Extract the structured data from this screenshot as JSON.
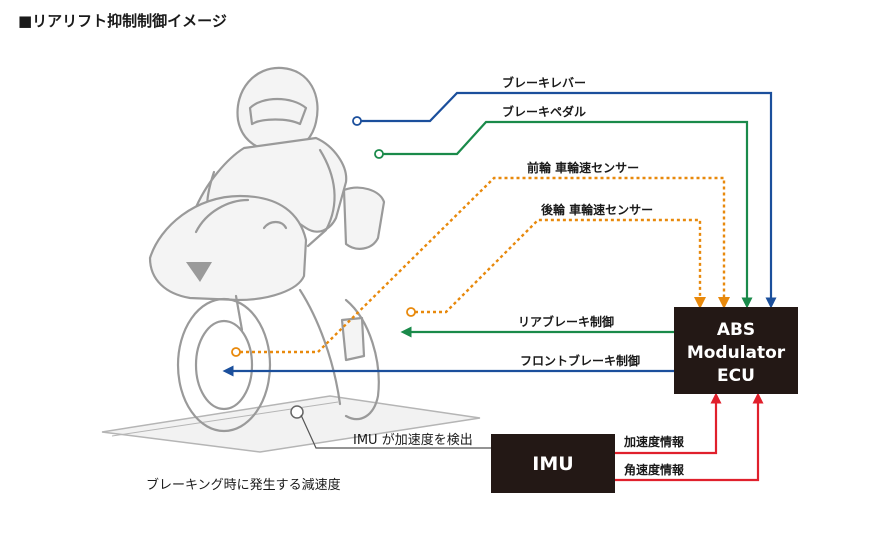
{
  "title": "■リアリフト抑制制御イメージ",
  "colors": {
    "blue": "#1b4f9c",
    "green": "#1a8a4a",
    "orange": "#e8890c",
    "red": "#e0202c",
    "box": "#231815",
    "bike": "#9a9a9a"
  },
  "inputs": {
    "brake_lever": "ブレーキレバー",
    "brake_pedal": "ブレーキペダル",
    "front_sensor": "前輪 車輪速センサー",
    "rear_sensor": "後輪 車輪速センサー"
  },
  "outputs": {
    "rear_brake": "リアブレーキ制御",
    "front_brake": "フロントブレーキ制御"
  },
  "abs_box": {
    "line1": "ABS",
    "line2": "Modulator",
    "line3": "ECU"
  },
  "imu_box": {
    "label": "IMU",
    "accel": "加速度情報",
    "angular": "角速度情報"
  },
  "notes": {
    "imu_detect": "IMU が加速度を検出",
    "decel": "ブレーキング時に発生する減速度"
  }
}
